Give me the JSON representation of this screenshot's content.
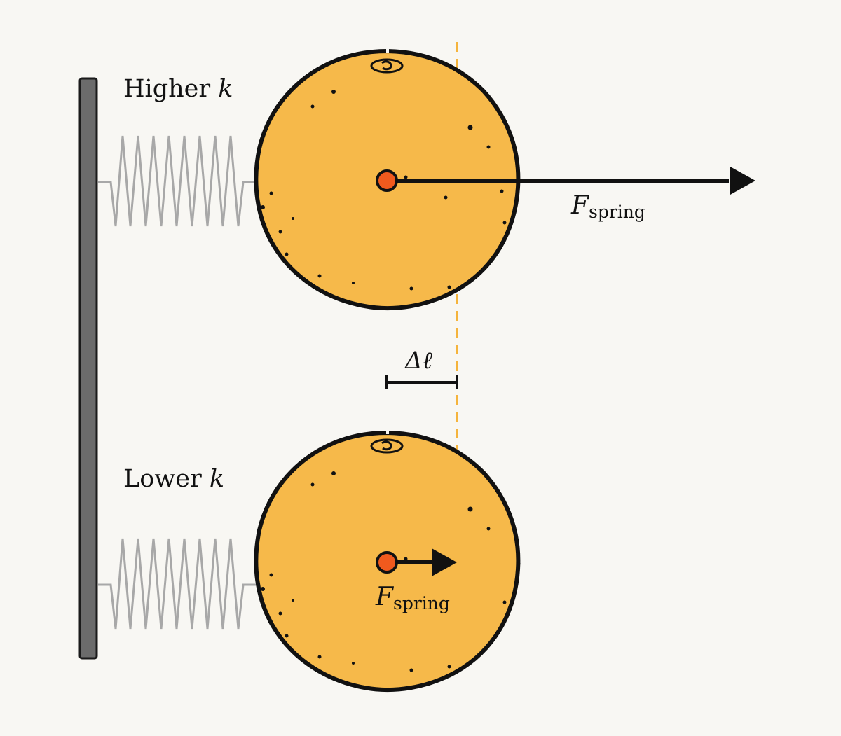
{
  "top_label": {
    "text": "Higher ",
    "var": "k"
  },
  "bottom_label": {
    "text": "Lower ",
    "var": "k"
  },
  "top_force": {
    "symbol": "F",
    "subscript": "spring"
  },
  "bottom_force": {
    "symbol": "F",
    "subscript": "spring"
  },
  "displacement_label": "Δℓ",
  "colors": {
    "background": "#f8f7f3",
    "orange": "#f6b94a",
    "center_dot": "#f05a1e",
    "wall": "#6b6b6b",
    "spring": "#a8a8a8",
    "reference_line": "#f5b43c"
  }
}
